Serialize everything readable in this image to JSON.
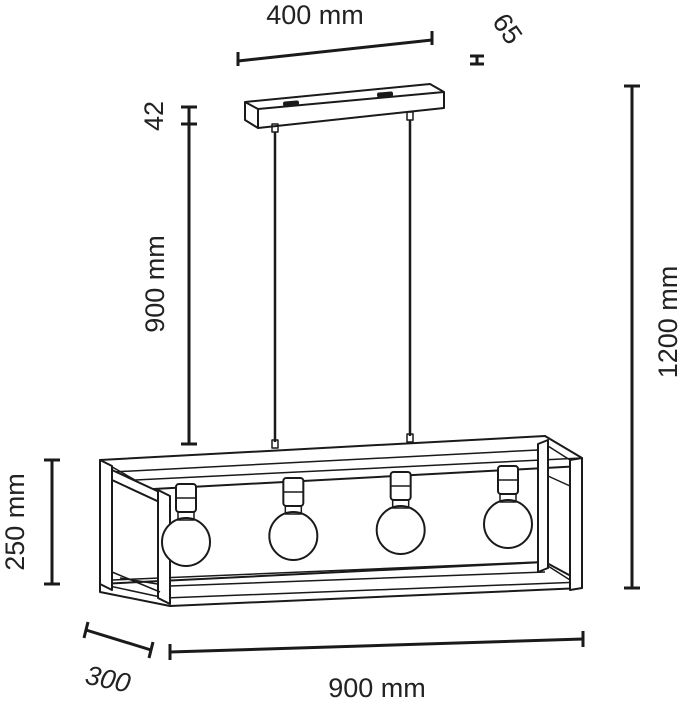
{
  "dimensions": {
    "canopy_width": "400 mm",
    "canopy_depth": "65",
    "canopy_height": "42",
    "cord_length": "900 mm",
    "frame_height": "250 mm",
    "total_height": "1200 mm",
    "frame_depth": "300",
    "frame_width": "900 mm"
  },
  "bulb_count": 4,
  "colors": {
    "line": "#1a1a1a",
    "background": "#ffffff"
  }
}
